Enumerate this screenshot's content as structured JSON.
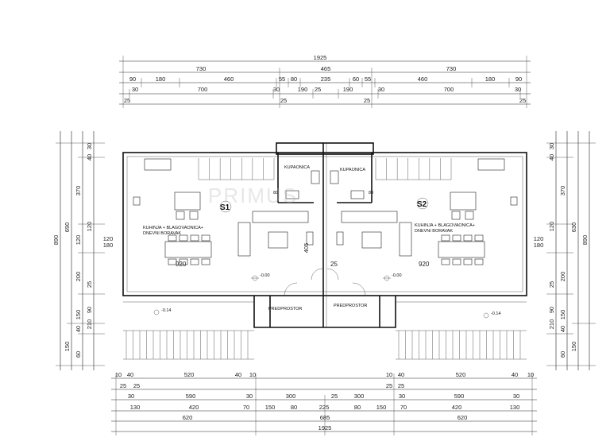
{
  "top_dims": {
    "overall": "1925",
    "row2": [
      "730",
      "465",
      "730"
    ],
    "row3": [
      "90",
      "180",
      "460",
      "55",
      "80",
      "235",
      "60",
      "55",
      "460",
      "180",
      "90"
    ],
    "row4": [
      "30",
      "700",
      "30",
      "190",
      "25",
      "190",
      "30",
      "700",
      "30"
    ],
    "row5": [
      "25",
      "25",
      "25",
      "25"
    ]
  },
  "bottom_dims": {
    "row1": [
      "10",
      "40",
      "520",
      "40",
      "10",
      "10",
      "40",
      "520",
      "40",
      "10"
    ],
    "row2": [
      "25",
      "25",
      "25",
      "25"
    ],
    "row3": [
      "30",
      "590",
      "30",
      "300",
      "25",
      "300",
      "30",
      "590",
      "30"
    ],
    "row4": [
      "130",
      "420",
      "70",
      "150",
      "80",
      "225",
      "80",
      "150",
      "70",
      "420",
      "130"
    ],
    "row5": [
      "620",
      "685",
      "620"
    ],
    "overall": "1925"
  },
  "left_dims": {
    "overall": "890",
    "mid": [
      "690",
      "150"
    ],
    "inner": [
      "370",
      "120",
      "200",
      "150",
      "40",
      "60"
    ],
    "small": [
      "30",
      "40",
      "120",
      "180",
      "120",
      "25",
      "90",
      "210"
    ]
  },
  "right_dims": {
    "overall": "890",
    "mid": [
      "630",
      "150"
    ],
    "inner": [
      "370",
      "200",
      "150",
      "40",
      "60"
    ],
    "small": [
      "30",
      "40",
      "120",
      "180",
      "120",
      "25",
      "90",
      "210"
    ]
  },
  "units": {
    "left": {
      "label": "S1",
      "room_line1": "KUHINJA + BLAGOVAONICA+",
      "room_line2": "DNEVNI BORAVAK",
      "kupaonica": "KUPAONICA",
      "predprostor": "PREDPROSTOR",
      "width": "920"
    },
    "right": {
      "label": "S2",
      "room_line1": "KUHINJA + BLAGOVAONICA+",
      "room_line2": "DNEVNI BORAVAK",
      "kupaonica": "KUPAONICA",
      "predprostor": "PREDPROSTOR",
      "width": "920"
    }
  },
  "misc": {
    "level_left": "-0.00",
    "level_right": "-0.00",
    "terrace_left": "-0.14",
    "terrace_right": "-0.14",
    "center_25": "25",
    "center_405": "405",
    "stair_80a": "80",
    "stair_80b": "80",
    "watermark": "PRIMUS"
  }
}
